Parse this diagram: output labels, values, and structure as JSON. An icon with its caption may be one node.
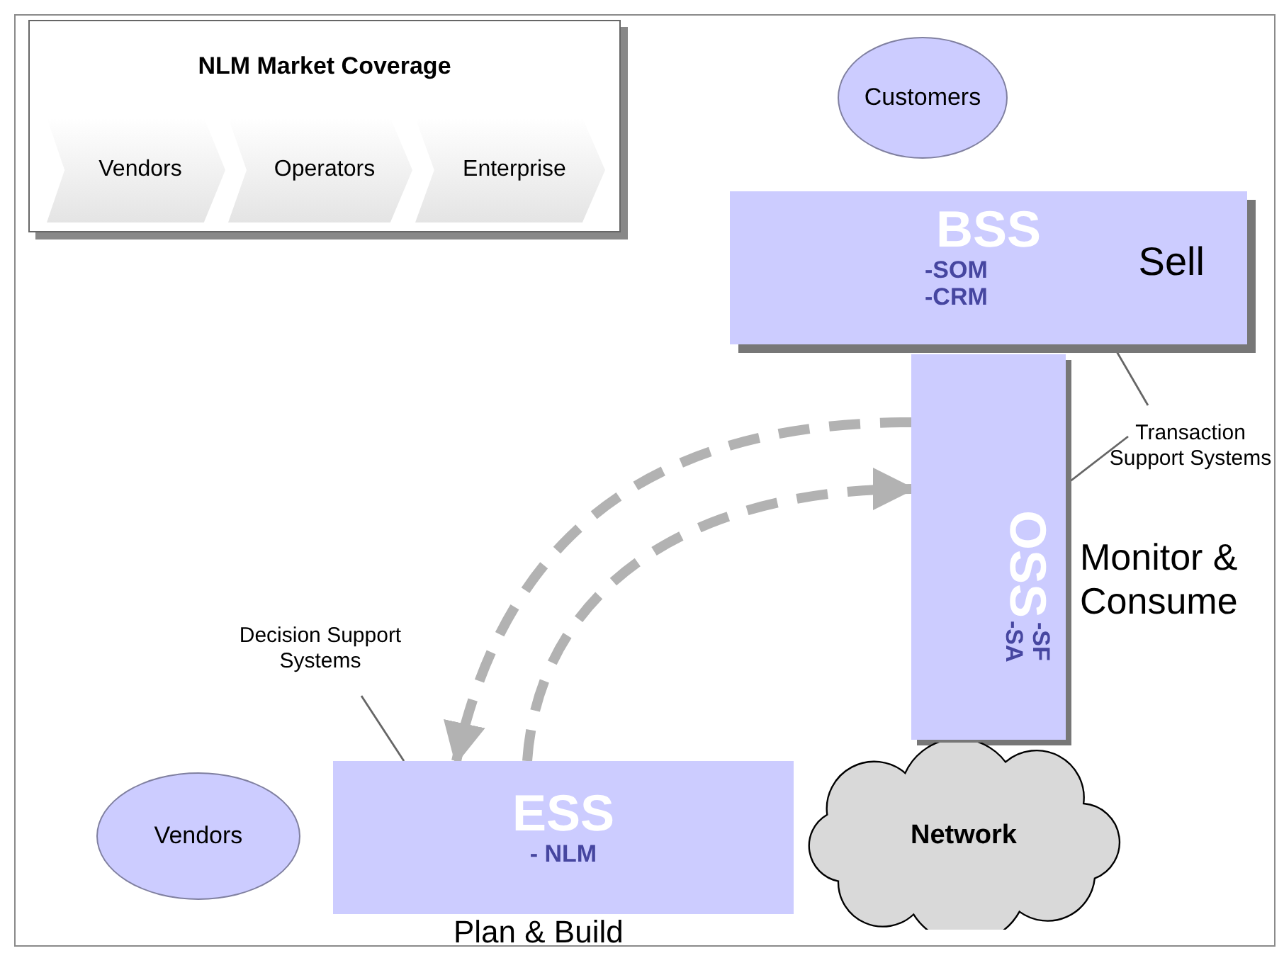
{
  "diagram": {
    "nodes": [
      {
        "text": [
          "NLM Market Coverage"
        ]
      },
      {
        "text": [
          "Vendors"
        ],
        "in": 0
      },
      {
        "text": [
          "Operators"
        ],
        "in": 0
      },
      {
        "text": [
          "Enterprise"
        ],
        "in": 0
      },
      {
        "text": [
          "Customers"
        ]
      },
      {
        "text": [
          "BSS",
          "-SOM -CRM",
          "Sell"
        ]
      },
      {
        "text": [
          "OSS",
          "-SF -SA"
        ],
        "beside": [
          "Monitor & Consume"
        ]
      },
      {
        "text": [
          "ESS",
          "- NLM"
        ],
        "beside": [
          "Plan & Build"
        ]
      },
      {
        "text": [
          "Vendors"
        ]
      },
      {
        "text": [
          "Network"
        ]
      },
      {
        "text": [
          "Transaction Support Systems"
        ]
      },
      {
        "text": [
          "Decision Support Systems"
        ]
      }
    ],
    "edges": [
      {
        "from": 6,
        "to": 7,
        "arrow": "to",
        "style": "dashed",
        "color": "#b2b2b2"
      },
      {
        "from": 7,
        "to": 6,
        "arrow": "to",
        "style": "dashed",
        "color": "#b2b2b2"
      },
      {
        "from": 10,
        "to": 5,
        "arrow": "none"
      },
      {
        "from": 10,
        "to": 6,
        "arrow": "none"
      },
      {
        "from": 11,
        "to": 7,
        "arrow": "none"
      }
    ]
  }
}
